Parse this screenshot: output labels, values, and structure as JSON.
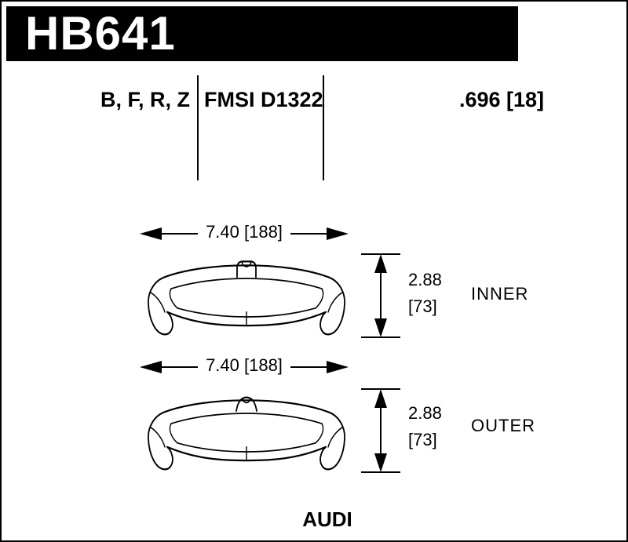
{
  "colors": {
    "header_bg": "#000000",
    "ink": "#000000",
    "background": "#ffffff"
  },
  "header": {
    "part_number": "HB641"
  },
  "specs": {
    "compounds": "B, F, R, Z",
    "fmsi": "FMSI D1322",
    "thickness": ".696 [18]"
  },
  "pads": {
    "inner": {
      "width": "7.40 [188]",
      "height_in": "2.88",
      "height_mm": "[73]",
      "label": "INNER"
    },
    "outer": {
      "width": "7.40 [188]",
      "height_in": "2.88",
      "height_mm": "[73]",
      "label": "OUTER"
    }
  },
  "footer": {
    "vehicle": "AUDI"
  },
  "icons": {
    "dimension_arrows": [
      "arrow-left-icon",
      "arrow-right-icon",
      "arrow-up-icon",
      "arrow-down-icon"
    ]
  }
}
